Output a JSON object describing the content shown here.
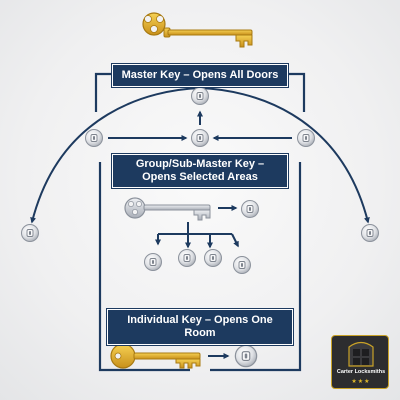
{
  "labels": {
    "master": "Master Key – Opens All Doors",
    "group": "Group/Sub-Master Key – Opens Selected Areas",
    "individual": "Individual Key – Opens One Room"
  },
  "logo": {
    "name": "Carter Locksmiths",
    "stars": "★★★"
  },
  "icons": {
    "master_key": "gold-key-icon",
    "group_key": "silver-key-icon",
    "individual_key": "gold-key-icon",
    "lock": "lock-icon",
    "arrow": "arrow-icon"
  },
  "colors": {
    "navy": "#1d3a5f",
    "gold": "#e8b52c",
    "gold_dark": "#a87a12",
    "silver": "#c7cbd2",
    "silver_dark": "#8c929c",
    "background": "#f2f2f3"
  }
}
